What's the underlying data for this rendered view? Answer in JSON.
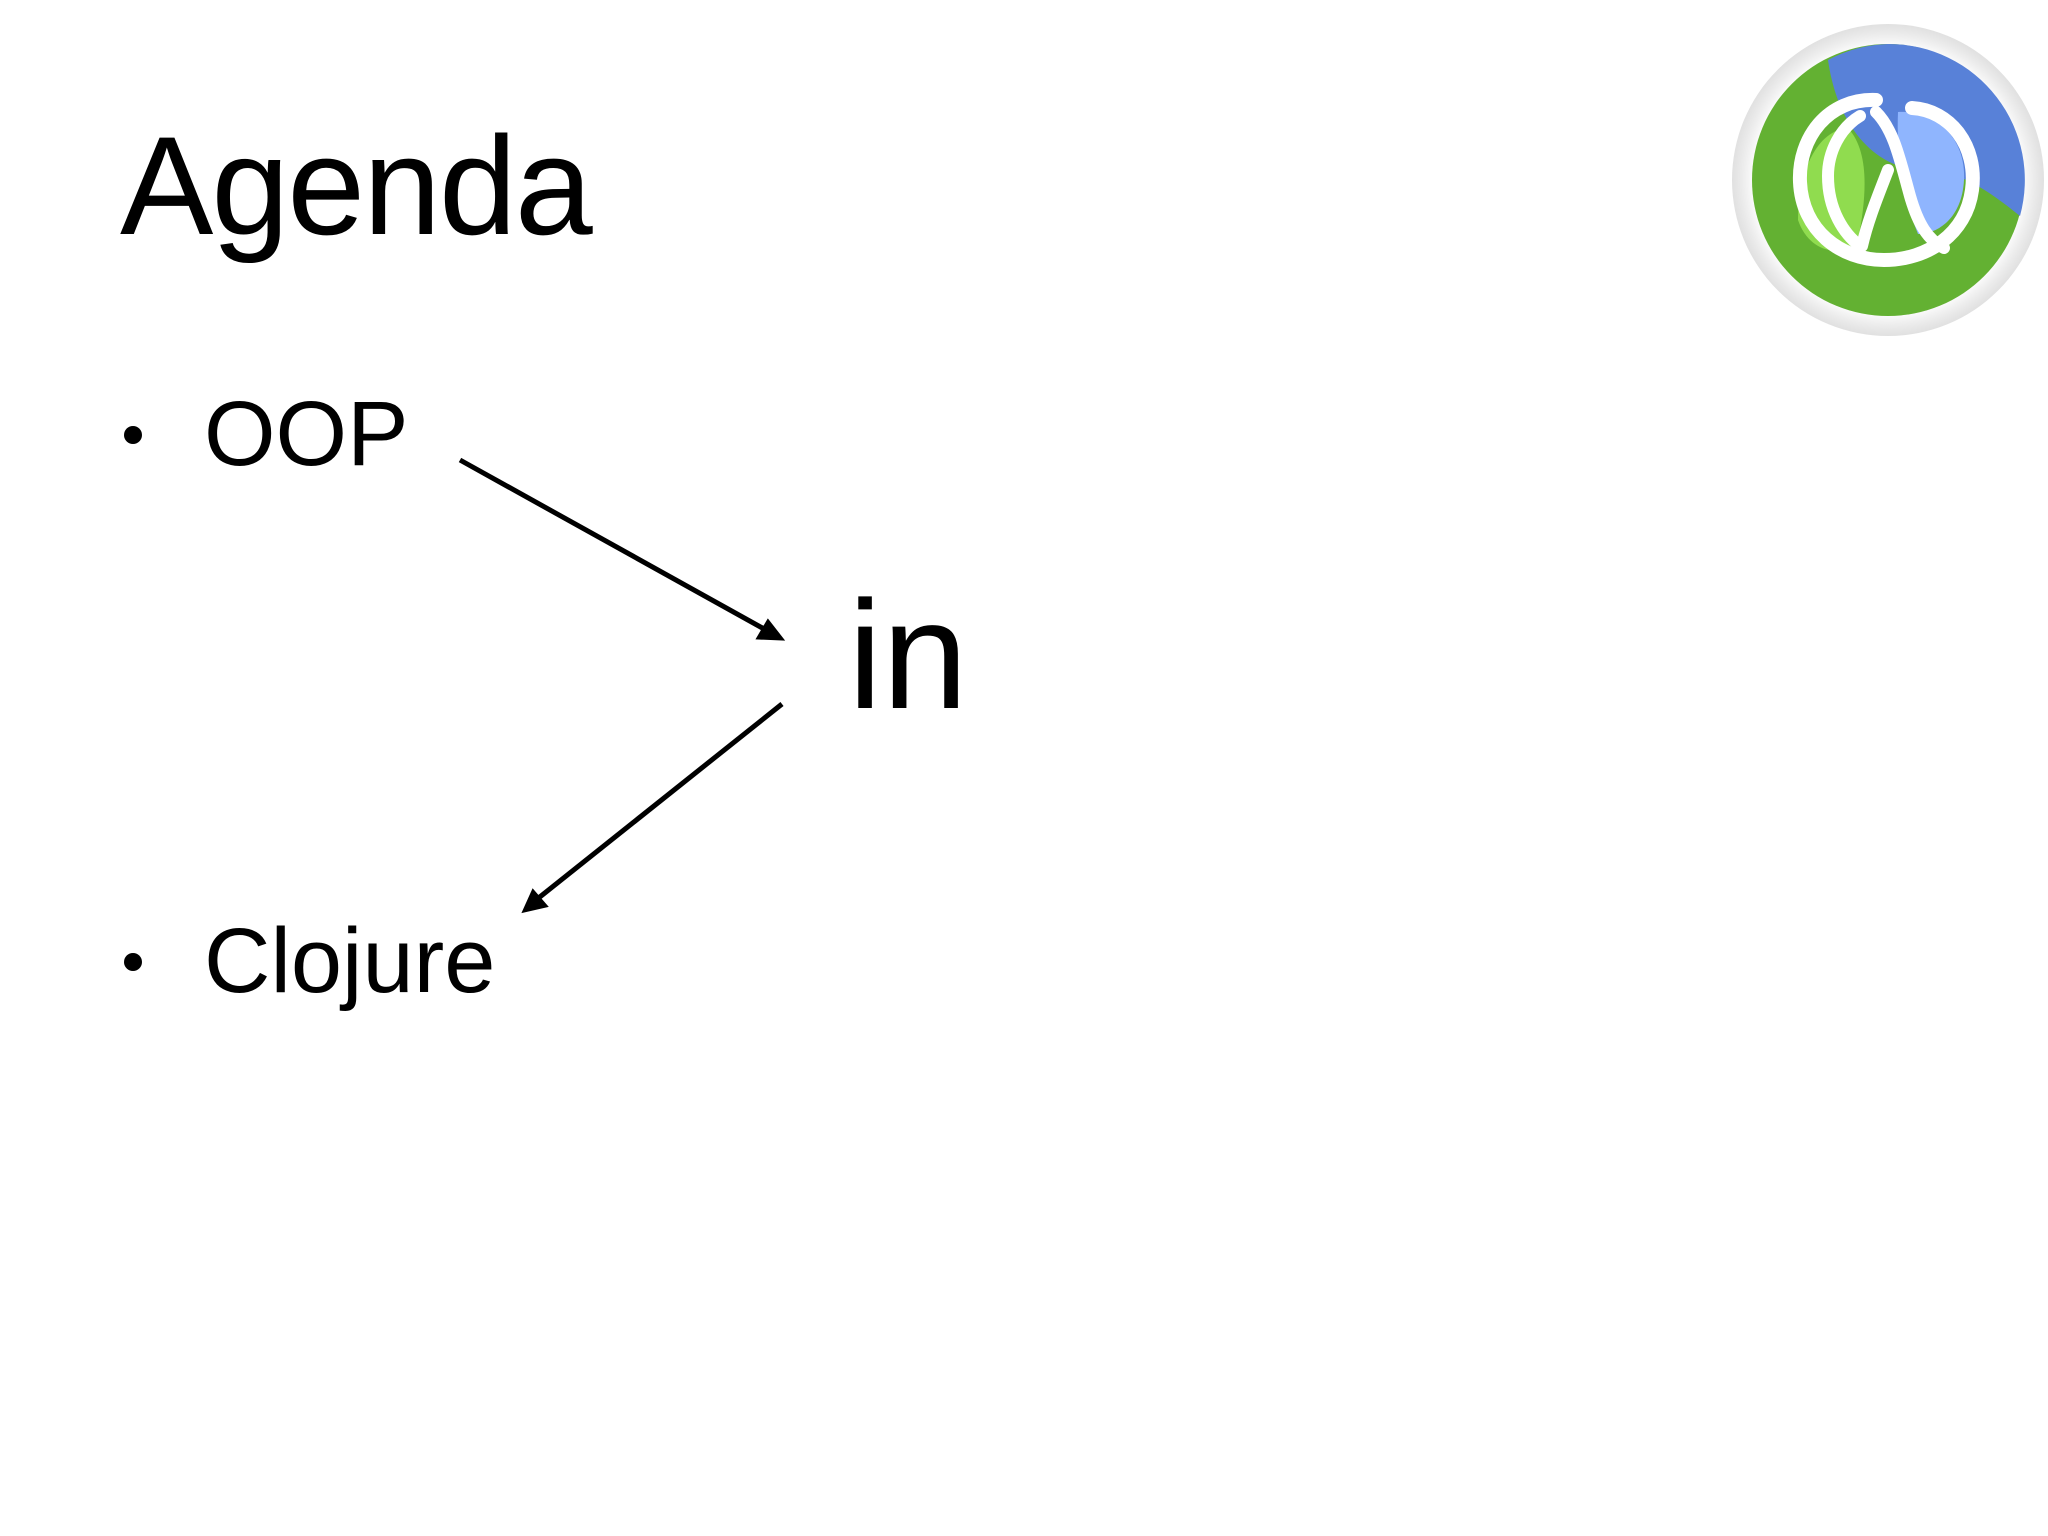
{
  "slide": {
    "title": "Agenda",
    "bullets": [
      {
        "label": "OOP"
      },
      {
        "label": "Clojure"
      }
    ],
    "center_word": "in",
    "logo_icon": "clojure-logo-icon"
  },
  "colors": {
    "background": "#ffffff",
    "text": "#000000",
    "logo_green": "#63b132",
    "logo_green_light": "#90dc4f",
    "logo_blue": "#5881d8",
    "logo_blue_light": "#8fb5fe"
  }
}
